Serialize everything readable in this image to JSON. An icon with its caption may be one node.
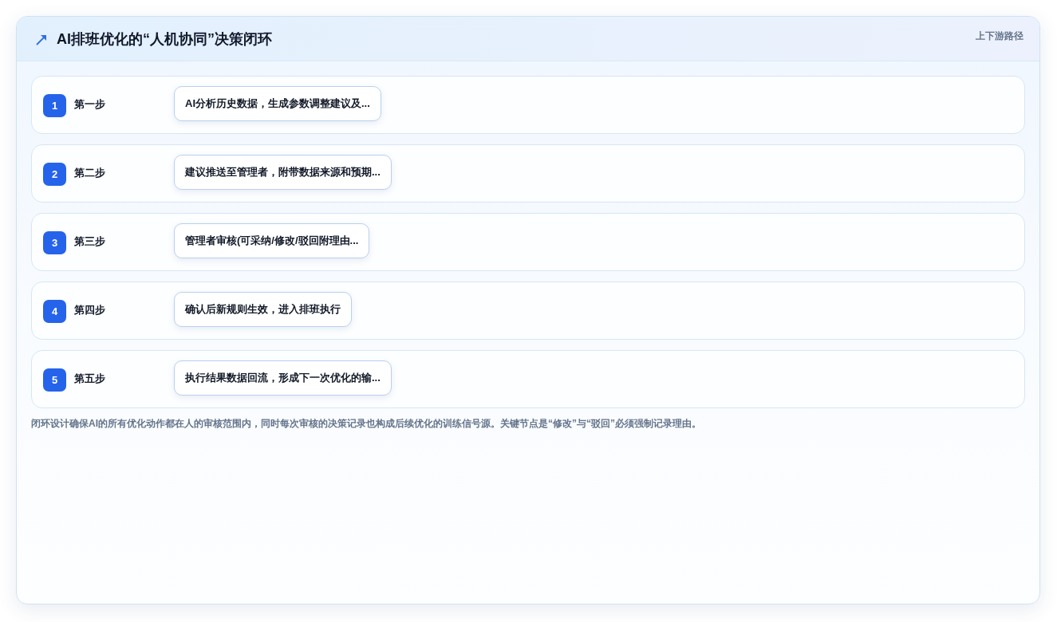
{
  "diagram": {
    "title": "AI排班优化的“人机协同”决策闭环",
    "caption": "闭环设计确保AI的所有优化动作都在人的审核范围内，同时每次审核的决策记录也构成后续优化的训练信号源。关键节点是“修改”与“驳回”必须强制记录理由。",
    "nodes": [
      {
        "text": [
          "第一步"
        ]
      },
      {
        "text": [
          "1"
        ],
        "in": 0
      },
      {
        "text": [
          "AI分析历史数据，生成参数调整建议及..."
        ],
        "in": 0
      },
      {
        "text": [
          "第二步"
        ]
      },
      {
        "text": [
          "2"
        ],
        "in": 3
      },
      {
        "text": [
          "建议推送至管理者，附带数据来源和预期..."
        ],
        "in": 3
      },
      {
        "text": [
          "第三步"
        ]
      },
      {
        "text": [
          "3"
        ],
        "in": 6
      },
      {
        "text": [
          "管理者审核(可采纳/修改/驳回附理由..."
        ],
        "in": 6
      },
      {
        "text": [
          "第四步"
        ]
      },
      {
        "text": [
          "4"
        ],
        "in": 9
      },
      {
        "text": [
          "确认后新规则生效，进入排班执行"
        ],
        "in": 9
      },
      {
        "text": [
          "第五步"
        ]
      },
      {
        "text": [
          "5"
        ],
        "in": 12
      },
      {
        "text": [
          "执行结果数据回流，形成下一次优化的输..."
        ],
        "in": 12
      }
    ],
    "labels": [
      "上下游路径"
    ]
  }
}
